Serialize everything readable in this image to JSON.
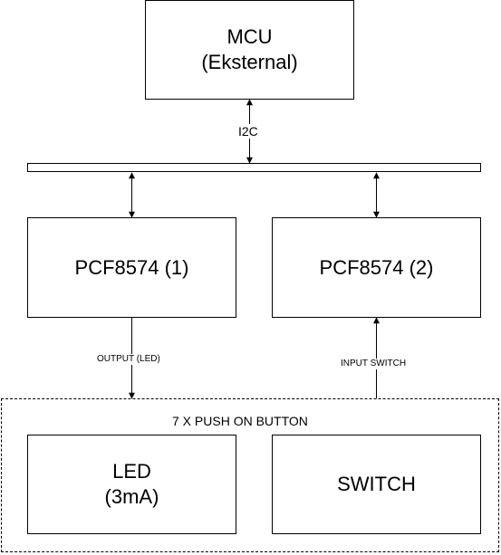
{
  "mcu": {
    "line1": "MCU",
    "line2": "(Eksternal)"
  },
  "bus": {
    "label": "I2C"
  },
  "pcf1": {
    "label": "PCF8574 (1)"
  },
  "pcf2": {
    "label": "PCF8574 (2)"
  },
  "connections": {
    "output_label": "OUTPUT (LED)",
    "input_label": "INPUT SWITCH"
  },
  "group": {
    "title": "7 X PUSH ON BUTTON",
    "led": {
      "line1": "LED",
      "line2": "(3mA)"
    },
    "switch": {
      "label": "SWITCH"
    }
  },
  "colors": {
    "stroke": "#000000",
    "fill": "#ffffff"
  }
}
